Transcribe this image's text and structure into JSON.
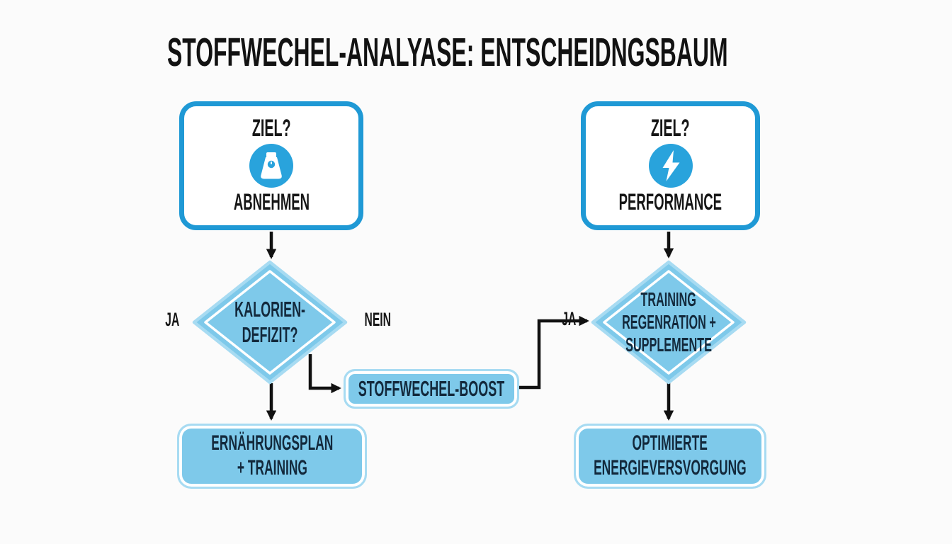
{
  "title": "STOFFWECHEL-ANALYASE: ENTSCHEIDNGSBAUM",
  "colors": {
    "background": "#fbfbfb",
    "accent_blue_border": "#1f99d5",
    "icon_circle_blue": "#29a3dc",
    "light_blue_fill": "#7ec9ea",
    "light_blue_edge": "#a7dbf2",
    "inner_outline_white": "#ffffff",
    "arrow_black": "#111111",
    "text_on_white": "#161616",
    "text_on_blue": "#13293c"
  },
  "flowchart": {
    "left_branch": {
      "goal_box": {
        "question": "ZIEL?",
        "icon": "scale-icon",
        "label": "ABNEHMEN"
      },
      "decision": {
        "line1": "KALORIEN-",
        "line2": "DEFIZIT?"
      },
      "edge_labels": {
        "yes": "JA",
        "no": "NEIN"
      },
      "boost_box": {
        "label": "STOFFWECHEL-BOOST"
      },
      "result_box": {
        "line1": "ERNÄHRUNGSPLAN",
        "line2": "+ TRAINING"
      }
    },
    "right_branch": {
      "goal_box": {
        "question": "ZIEL?",
        "icon": "lightning-icon",
        "label": "PERFORMANCE"
      },
      "decision": {
        "line1": "TRAINING",
        "line2": "REGENRATION +",
        "line3": "SUPPLEMENTE"
      },
      "edge_labels": {
        "yes": "JA"
      },
      "result_box": {
        "line1": "OPTIMIERTE",
        "line2": "ENERGIEVERSVORGUNG"
      }
    }
  }
}
